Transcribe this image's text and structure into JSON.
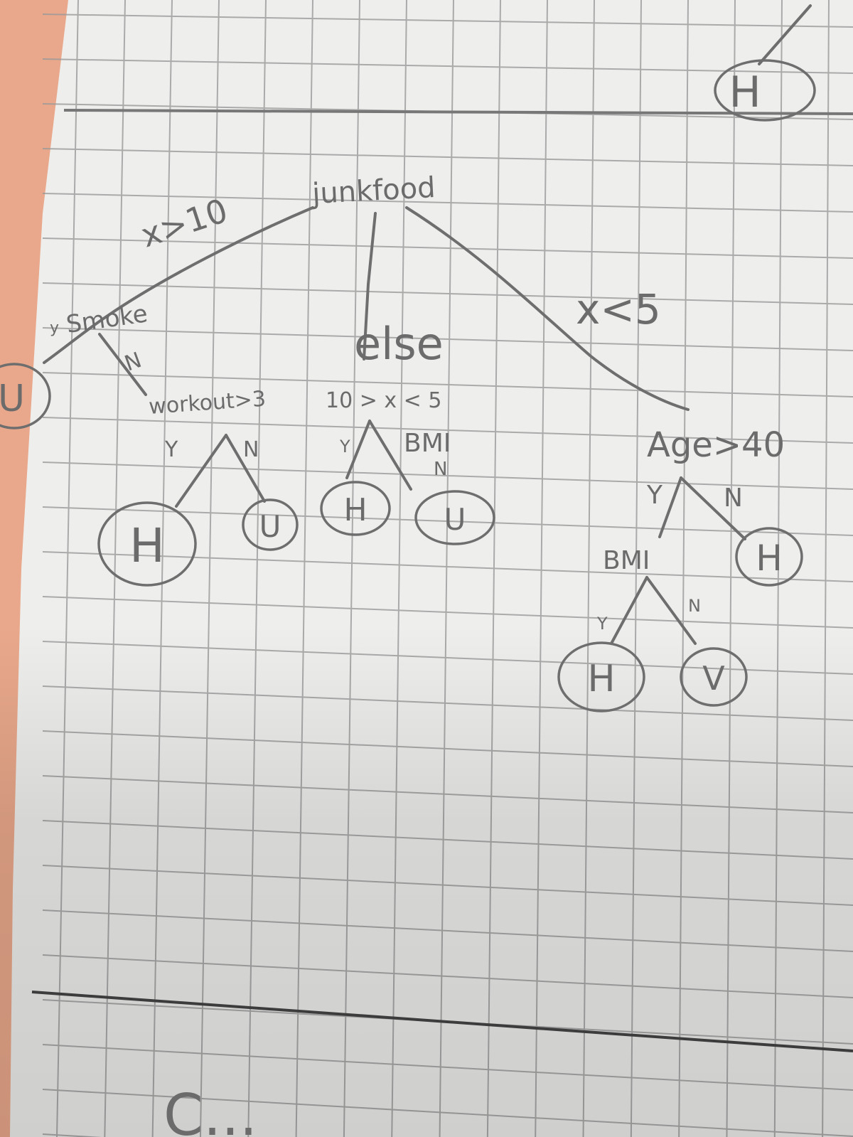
{
  "diagram": {
    "root": {
      "label": "junkfood"
    },
    "edges": {
      "left": "x>10",
      "middle": "else",
      "middle_sub": "10 > x < 5",
      "right": "x<5"
    },
    "nodes": {
      "smoke": "Smoke",
      "smoke_yes_marker": "y",
      "smoke_no_marker": "N",
      "workout": "workout>3",
      "workout_y": "Y",
      "workout_n": "N",
      "bmi_mid": "BMI",
      "bmi_mid_y": "Y",
      "bmi_mid_n": "N",
      "age": "Age>40",
      "age_y": "Y",
      "age_n": "N",
      "bmi_right": "BMI",
      "bmi_right_y": "Y",
      "bmi_right_n": "N"
    },
    "leaves": {
      "smoke_yes": "U",
      "workout_yes": "H",
      "workout_no": "U",
      "bmi_mid_yes": "H",
      "bmi_mid_no": "U",
      "age_no": "H",
      "bmi_right_yes": "H",
      "bmi_right_no": "V",
      "top_corner": "H"
    },
    "bottom_scribble": "C..."
  },
  "colors": {
    "paper": "#eeeeec",
    "grid": "#9a9a9a",
    "pencil": "#6e6e6e",
    "background": "#e9a88b"
  }
}
